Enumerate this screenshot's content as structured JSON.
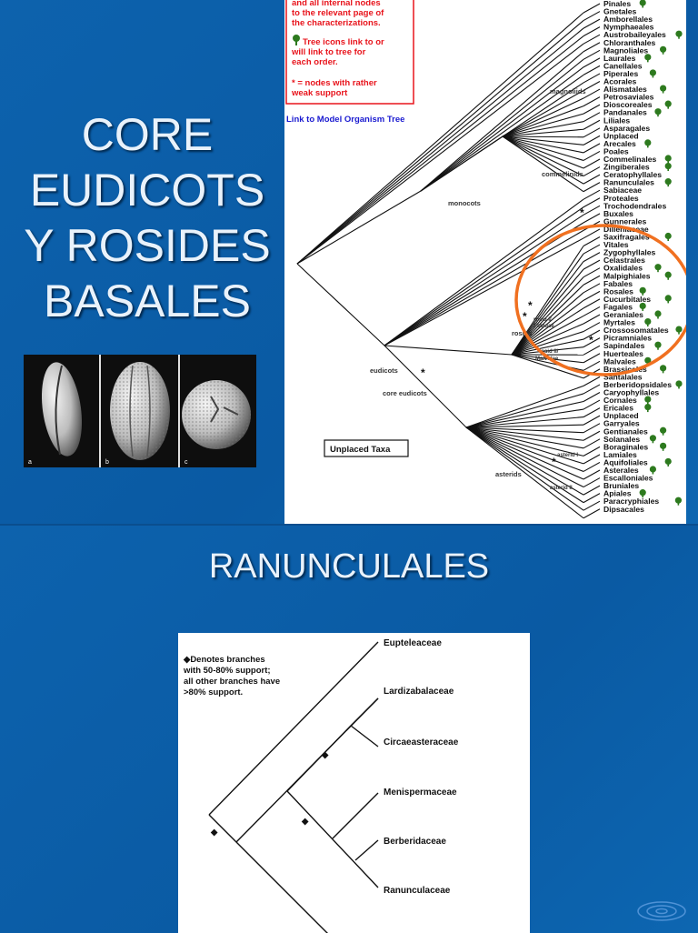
{
  "slide1": {
    "title_lines": [
      "CORE",
      "EUDICOTS",
      "Y ROSIDES",
      "BASALES"
    ],
    "pollen_labels": [
      "a",
      "b",
      "c"
    ],
    "legend": {
      "line1": "and all internal nodes",
      "line2": "to the relevant page of",
      "line3": "the characterizations.",
      "tree_line1": "Tree icons link to or",
      "tree_line2": "will link to tree for",
      "tree_line3": "each order.",
      "support_line1": "* = nodes with rather",
      "support_line2": "weak support"
    },
    "model_link": "Link to Model Organism Tree",
    "unplaced": "Unplaced Taxa",
    "clade_labels": {
      "magnoliids": "magnoliids",
      "monocots": "monocots",
      "commelinids": "commelinids",
      "eudicots": "eudicots",
      "core_eudicots": "core eudicots",
      "rosids": "rosids",
      "rosid1_a": "rosid I/",
      "rosid1_b": "Fabidae",
      "rosid2_a": "rosid II/",
      "rosid2_b": "Malvidae",
      "asterids": "asterids",
      "asterid1": "asterid I",
      "asterid2": "asterid II"
    },
    "taxa": [
      "Pinales",
      "Gnetales",
      "Amborellales",
      "Nymphaeales",
      "Austrobaileyales",
      "Chloranthales",
      "Magnoliales",
      "Laurales",
      "Canellales",
      "Piperales",
      "Acorales",
      "Alismatales",
      "Petrosaviales",
      "Dioscoreales",
      "Pandanales",
      "Liliales",
      "Asparagales",
      "Unplaced",
      "Arecales",
      "Poales",
      "Commelinales",
      "Zingiberales",
      "Ceratophyllales",
      "Ranunculales",
      "Sabiaceae",
      "Proteales",
      "Trochodendrales",
      "Buxales",
      "Gunnerales",
      "Dilleniaceae",
      "Saxifragales",
      "Vitales",
      "Zygophyllales",
      "Celastrales",
      "Oxalidales",
      "Malpighiales",
      "Fabales",
      "Rosales",
      "Cucurbitales",
      "Fagales",
      "Geraniales",
      "Myrtales",
      "Crossosomatales",
      "Picramniales",
      "Sapindales",
      "Huerteales",
      "Malvales",
      "Brassicales",
      "Santalales",
      "Berberidopsidales",
      "Caryophyllales",
      "Cornales",
      "Ericales",
      "Unplaced",
      "Garryales",
      "Gentianales",
      "Solanales",
      "Boraginales",
      "Lamiales",
      "Aquifoliales",
      "Asterales",
      "Escalloniales",
      "Bruniales",
      "Apiales",
      "Paracryphiales",
      "Dipsacales"
    ]
  },
  "slide2": {
    "title": "RANUNCULALES",
    "note_lines": [
      "Denotes branches",
      "with 50-80% support;",
      "all other branches have",
      ">80% support."
    ],
    "taxa": [
      "Eupteleaceae",
      "Lardizabalaceae",
      "Circaeasteraceae",
      "Menispermaceae",
      "Berberidaceae",
      "Ranunculaceae"
    ]
  },
  "colors": {
    "background": "#0b5ea8",
    "highlight_circle": "#f07020",
    "legend_red": "#e8141c",
    "link_blue": "#1a1ad0",
    "icon_green": "#2d7a1e"
  }
}
